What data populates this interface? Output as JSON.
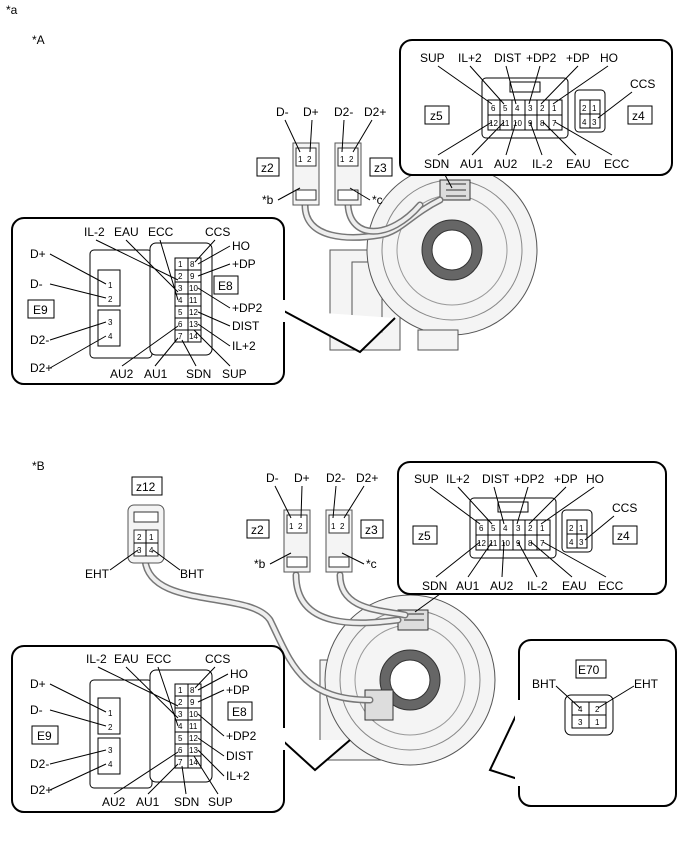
{
  "figure": {
    "label": "*a"
  },
  "panel_a": {
    "label": "*A",
    "sub_b": "*b",
    "sub_c": "*c",
    "top_pins": [
      "D-",
      "D+",
      "D2-",
      "D2+"
    ],
    "connector_z2": "z2",
    "connector_z3": "z3",
    "z5": {
      "tag": "z5",
      "top_labels": [
        "SUP",
        "IL+2",
        "DIST",
        "+DP2",
        "+DP",
        "HO"
      ],
      "bottom_labels": [
        "SDN",
        "AU1",
        "AU2",
        "IL-2",
        "EAU",
        "ECC"
      ],
      "row1": [
        "6",
        "5",
        "4",
        "3",
        "2",
        "1"
      ],
      "row2": [
        "12",
        "11",
        "10",
        "9",
        "8",
        "7"
      ]
    },
    "z4": {
      "tag": "z4",
      "label": "CCS",
      "row1": [
        "2",
        "1"
      ],
      "row2": [
        "4",
        "3"
      ]
    },
    "e8": {
      "tag": "E8",
      "top_labels": [
        "IL-2",
        "EAU",
        "ECC",
        "CCS"
      ],
      "right_labels": [
        "HO",
        "+DP",
        "+DP2",
        "DIST",
        "IL+2"
      ],
      "bottom_labels": [
        "AU2",
        "AU1",
        "SDN",
        "SUP"
      ],
      "pins_left": [
        "1",
        "2",
        "3",
        "4",
        "5",
        "6",
        "7"
      ],
      "pins_right": [
        "8",
        "9",
        "10",
        "11",
        "12",
        "13",
        "14"
      ]
    },
    "e9": {
      "tag": "E9",
      "left_labels": [
        "D+",
        "D-",
        "D2-",
        "D2+"
      ],
      "pins": [
        "1",
        "2",
        "3",
        "4"
      ]
    }
  },
  "panel_b": {
    "label": "*B",
    "sub_b": "*b",
    "sub_c": "*c",
    "top_pins": [
      "D-",
      "D+",
      "D2-",
      "D2+"
    ],
    "connector_z2": "z2",
    "connector_z3": "z3",
    "z12": {
      "tag": "z12",
      "left_label": "EHT",
      "right_label": "BHT",
      "pins": [
        "2",
        "1",
        "3",
        "4"
      ]
    },
    "z5": {
      "tag": "z5",
      "top_labels": [
        "SUP",
        "IL+2",
        "DIST",
        "+DP2",
        "+DP",
        "HO"
      ],
      "bottom_labels": [
        "SDN",
        "AU1",
        "AU2",
        "IL-2",
        "EAU",
        "ECC"
      ],
      "row1": [
        "6",
        "5",
        "4",
        "3",
        "2",
        "1"
      ],
      "row2": [
        "12",
        "11",
        "10",
        "9",
        "8",
        "7"
      ]
    },
    "z4": {
      "tag": "z4",
      "label": "CCS",
      "row1": [
        "2",
        "1"
      ],
      "row2": [
        "4",
        "3"
      ]
    },
    "e8": {
      "tag": "E8",
      "top_labels": [
        "IL-2",
        "EAU",
        "ECC",
        "CCS"
      ],
      "right_labels": [
        "HO",
        "+DP",
        "+DP2",
        "DIST",
        "IL+2"
      ],
      "bottom_labels": [
        "AU2",
        "AU1",
        "SDN",
        "SUP"
      ],
      "pins_left": [
        "1",
        "2",
        "3",
        "4",
        "5",
        "6",
        "7"
      ],
      "pins_right": [
        "8",
        "9",
        "10",
        "11",
        "12",
        "13",
        "14"
      ]
    },
    "e9": {
      "tag": "E9",
      "left_labels": [
        "D+",
        "D-",
        "D2-",
        "D2+"
      ],
      "pins": [
        "1",
        "2",
        "3",
        "4"
      ]
    },
    "e70": {
      "tag": "E70",
      "left_label": "BHT",
      "right_label": "EHT",
      "row1": [
        "4",
        "2"
      ],
      "row2": [
        "3",
        "1"
      ]
    }
  }
}
